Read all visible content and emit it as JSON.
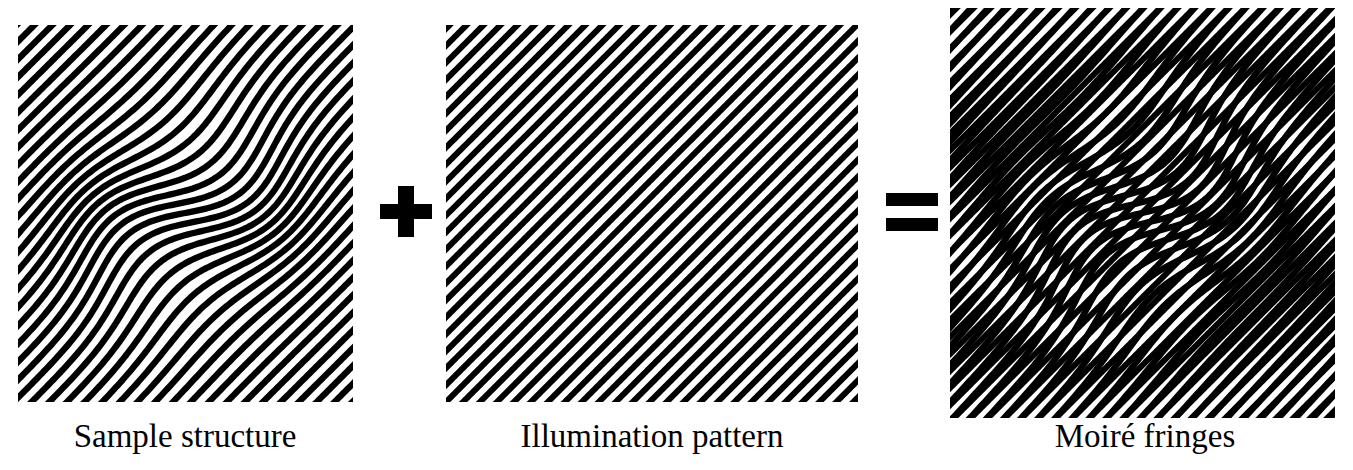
{
  "diagram": {
    "labels": [
      "Sample structure",
      "Illumination pattern",
      "Moiré fringes"
    ]
  }
}
